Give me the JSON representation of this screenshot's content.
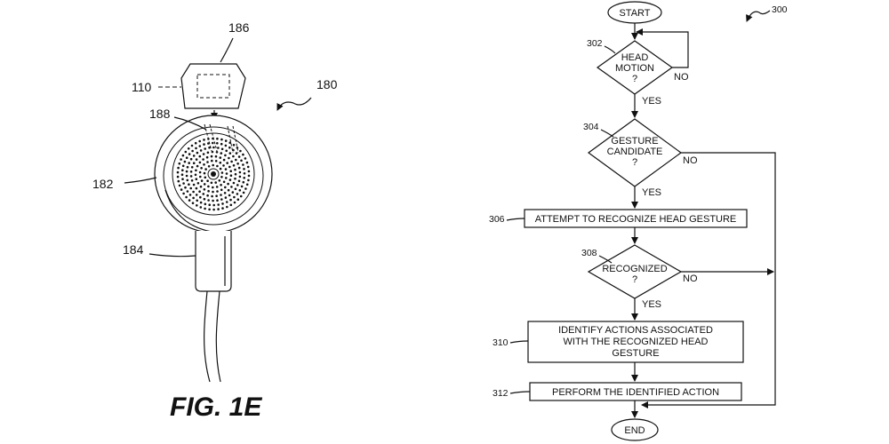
{
  "figure_left": {
    "title": "FIG. 1E",
    "refs": {
      "r186": "186",
      "r110": "110",
      "r180": "180",
      "r188": "188",
      "r182": "182",
      "r184": "184"
    }
  },
  "flowchart": {
    "ref_main": "300",
    "start": "START",
    "end": "END",
    "d302": {
      "ref": "302",
      "lines": [
        "HEAD",
        "MOTION",
        "?"
      ],
      "no": "NO",
      "yes": "YES"
    },
    "d304": {
      "ref": "304",
      "lines": [
        "GESTURE",
        "CANDIDATE",
        "?"
      ],
      "no": "NO",
      "yes": "YES"
    },
    "b306": {
      "ref": "306",
      "text": "ATTEMPT TO RECOGNIZE HEAD GESTURE"
    },
    "d308": {
      "ref": "308",
      "lines": [
        "RECOGNIZED",
        "?"
      ],
      "no": "NO",
      "yes": "YES"
    },
    "b310": {
      "ref": "310",
      "lines": [
        "IDENTIFY ACTIONS ASSOCIATED",
        "WITH THE RECOGNIZED HEAD",
        "GESTURE"
      ]
    },
    "b312": {
      "ref": "312",
      "text": "PERFORM THE IDENTIFIED ACTION"
    }
  }
}
